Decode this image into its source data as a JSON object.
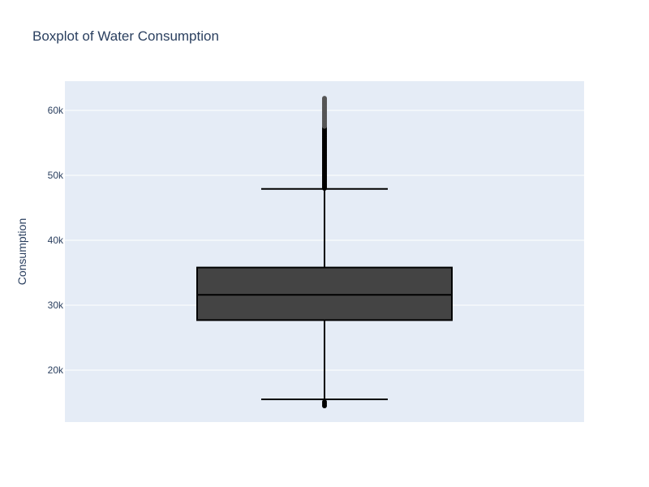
{
  "chart_data": {
    "type": "box",
    "title": "Boxplot of Water Consumption",
    "xlabel": "",
    "ylabel": "Consumption",
    "ylim": [
      12000,
      64500
    ],
    "yticks": [
      20000,
      30000,
      40000,
      50000,
      60000
    ],
    "ytick_labels": [
      "20k",
      "30k",
      "40k",
      "50k",
      "60k"
    ],
    "grid": true,
    "legend": false,
    "box": {
      "lower_fence": 15500,
      "q1": 27700,
      "median": 31600,
      "q3": 35800,
      "upper_fence": 47900
    },
    "outliers_low": [
      14500,
      14800,
      15100
    ],
    "outliers_high_range": [
      48000,
      62000
    ],
    "colors": {
      "plot_bg": "#e5ecf6",
      "grid": "#ffffff",
      "box_fill": "#444444",
      "line": "#000000",
      "text": "#2a3f5f"
    }
  }
}
